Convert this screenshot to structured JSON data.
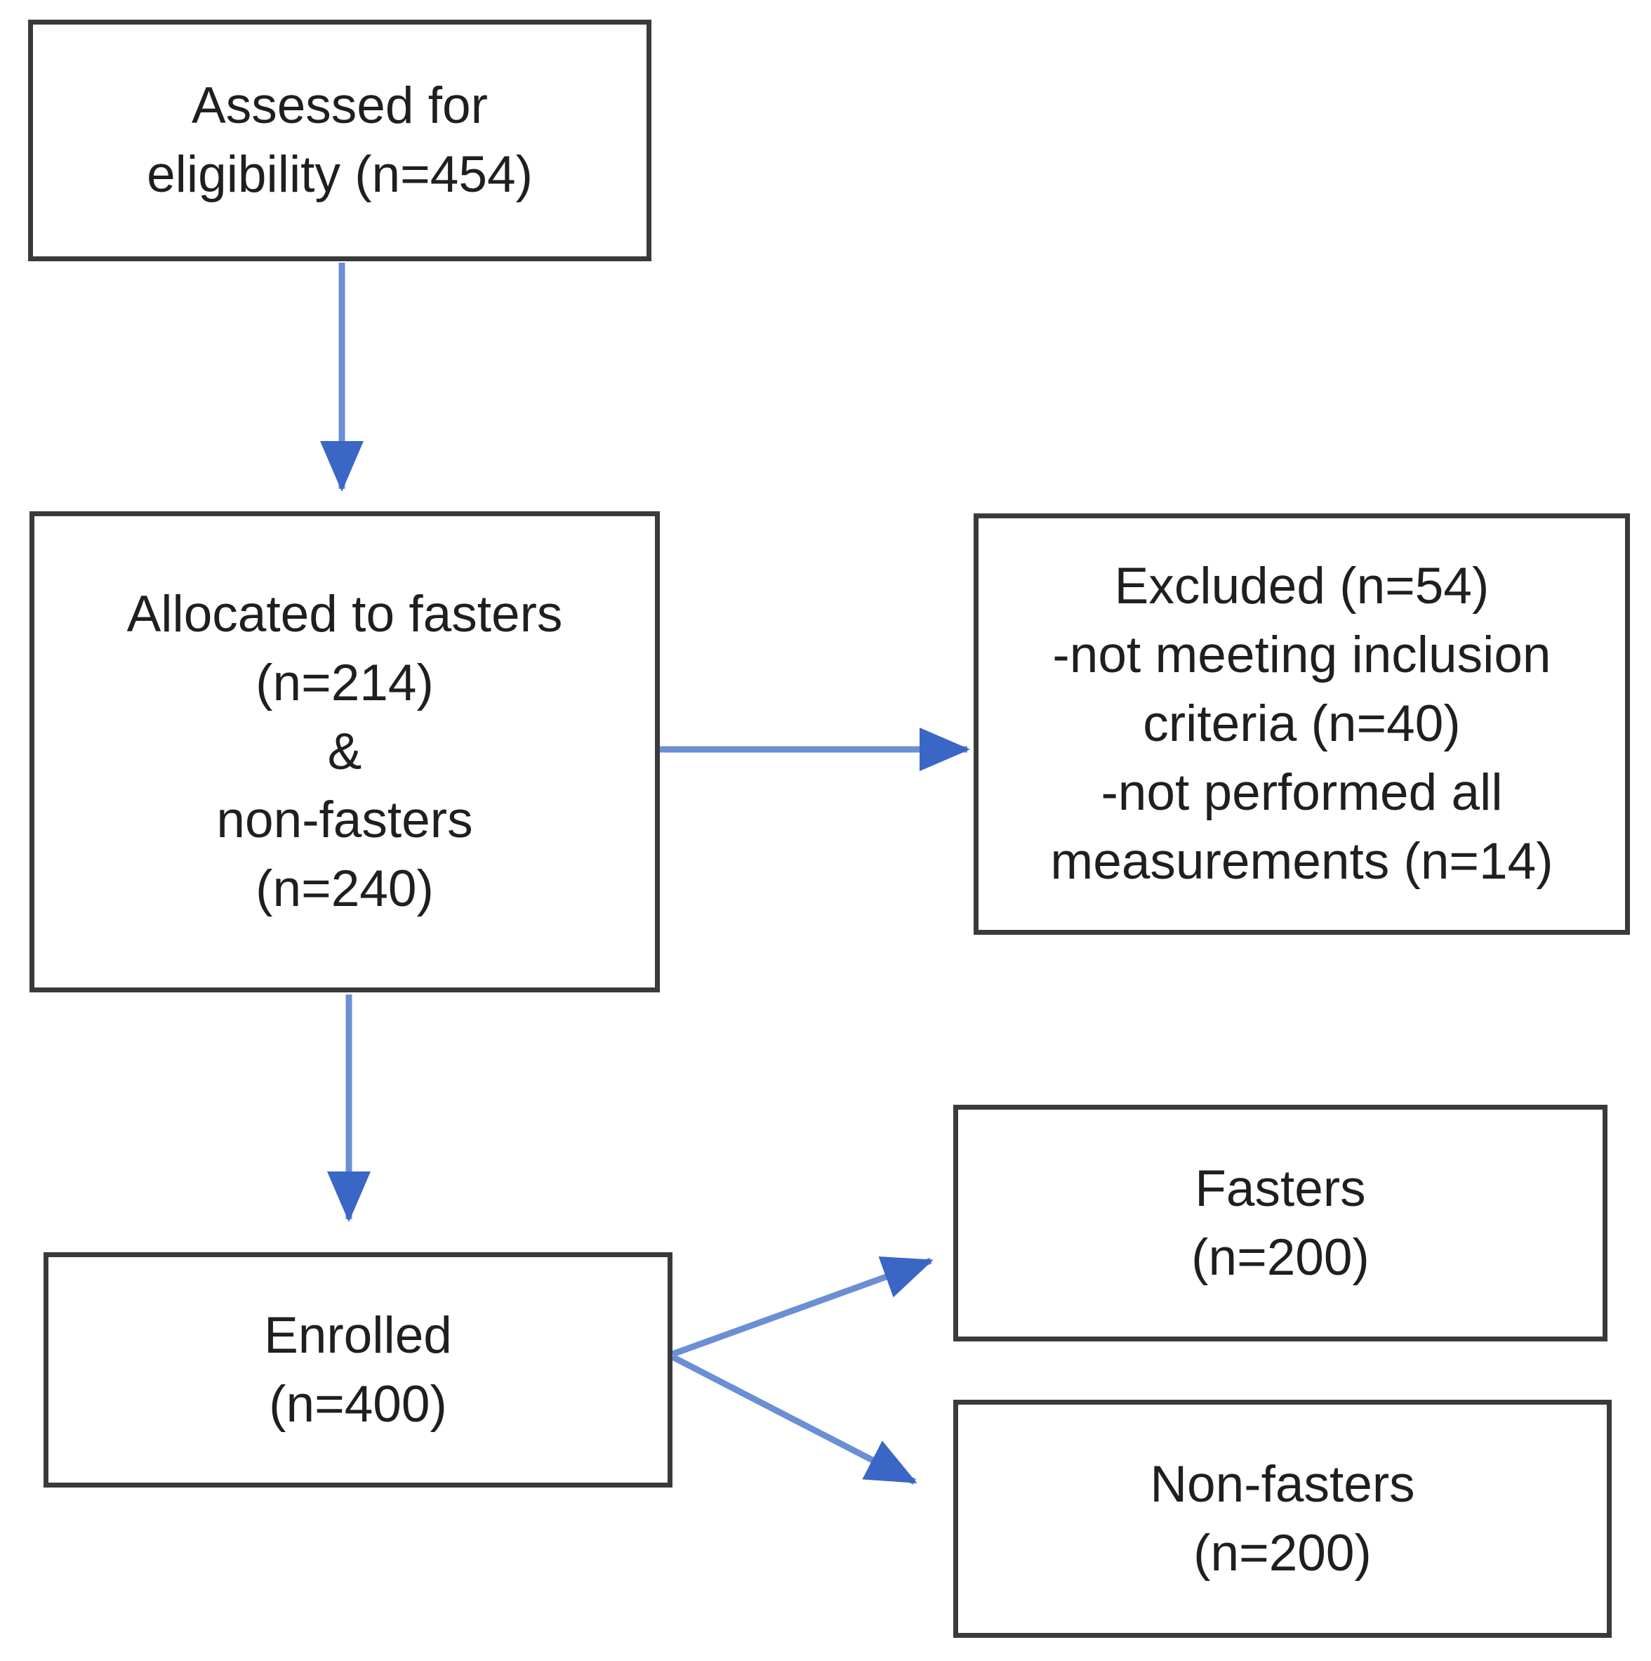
{
  "figure": {
    "type": "flowchart",
    "description": "Participant flow diagram with enrollment, allocation and exclusion counts"
  },
  "theme": {
    "background_color": "#ffffff",
    "box_border_color": "#3a3a3a",
    "text_color": "#1f1f1f",
    "arrow_line_color": "#6b8fd4",
    "arrow_head_color": "#3a66c6"
  },
  "nodes": {
    "assessed": {
      "label": "Assessed for\neligibility (n=454)",
      "n": 454
    },
    "allocated": {
      "label": "Allocated to fasters\n(n=214)\n&\nnon-fasters\n(n=240)",
      "n_fasters": 214,
      "n_non_fasters": 240
    },
    "excluded": {
      "label": "Excluded (n=54)\n-not meeting inclusion\ncriteria (n=40)\n-not performed all\nmeasurements (n=14)",
      "n": 54,
      "n_not_meeting_inclusion_criteria": 40,
      "n_not_performed_all_measurements": 14
    },
    "enrolled": {
      "label": "Enrolled\n(n=400)",
      "n": 400
    },
    "fasters": {
      "label": "Fasters\n(n=200)",
      "n": 200
    },
    "non_fasters": {
      "label": "Non-fasters\n(n=200)",
      "n": 200
    }
  },
  "edges": [
    {
      "from": "assessed",
      "to": "allocated",
      "direction": "down"
    },
    {
      "from": "allocated",
      "to": "excluded",
      "direction": "right"
    },
    {
      "from": "allocated",
      "to": "enrolled",
      "direction": "down"
    },
    {
      "from": "enrolled",
      "to": "fasters",
      "direction": "up-right"
    },
    {
      "from": "enrolled",
      "to": "non_fasters",
      "direction": "down-right"
    }
  ]
}
